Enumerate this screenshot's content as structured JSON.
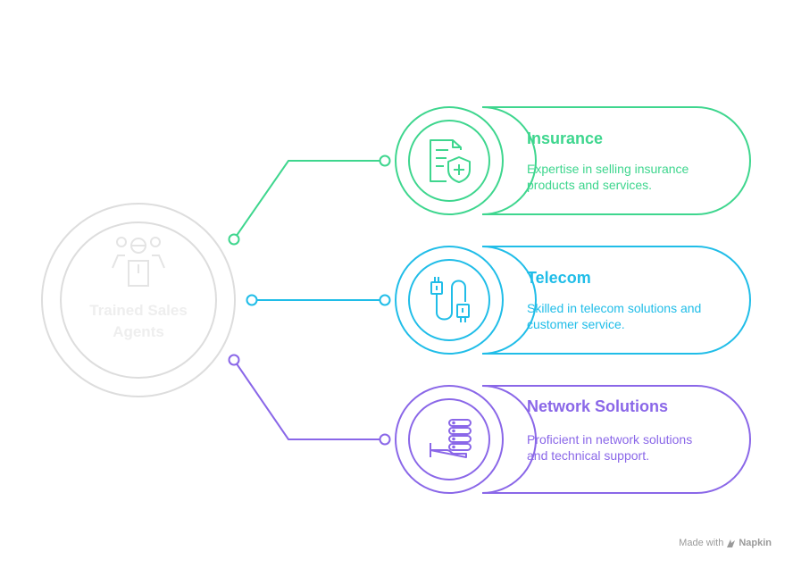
{
  "hub": {
    "label": "Trained Sales Agents",
    "icon": "team-icon",
    "color": "#dddddd"
  },
  "items": [
    {
      "title": "Insurance",
      "description": "Expertise in selling insurance products and services.",
      "icon": "insurance-document-shield-icon",
      "color": "#3ed68e"
    },
    {
      "title": "Telecom",
      "description": "Skilled in telecom solutions and customer service.",
      "icon": "cable-connector-icon",
      "color": "#20bde8"
    },
    {
      "title": "Network Solutions",
      "description": "Proficient in network solutions and technical support.",
      "icon": "server-stack-icon",
      "color": "#8a67e8"
    }
  ],
  "footer": {
    "made_with": "Made with",
    "brand": "Napkin"
  }
}
